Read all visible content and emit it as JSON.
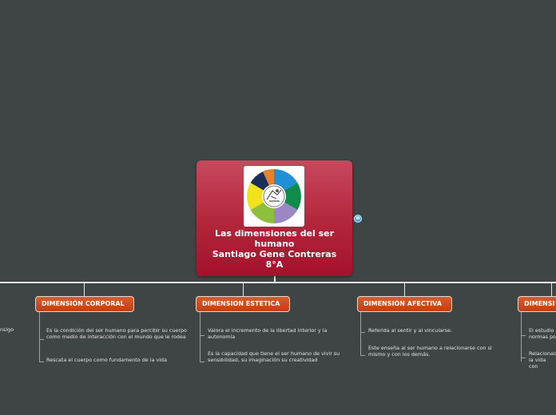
{
  "central": {
    "title_line1": "Las dimensiones del ser",
    "title_line2": "humano",
    "title_line3": "Santiago Gene Contreras",
    "title_line4": "8°A",
    "image_icon": "dimensions-wheel-image"
  },
  "colors": {
    "background": "#3f4444",
    "central": "#b2253a",
    "branch": "#cc4a1d",
    "connector": "#e8e8e8"
  },
  "branches": [
    {
      "label": "DIMENSIÓN CORPORAL",
      "items": [
        "Es la condición del ser humano para percibir su cuerpo como medio de interacción con el mundo que le rodea",
        "Rescata el cuerpo como fundamento de la vida"
      ]
    },
    {
      "label": "DIMENSION ESTETICA",
      "items": [
        "Valora el incremento de la libertad interior y la autonomía",
        "Es la capacidad que tiene el ser humano de vivir su sensibilidad, su imaginación su creatividad"
      ]
    },
    {
      "label": "DIMENSIÓN AFECTIVA",
      "items": [
        "Referida al sentir y al vincularse.",
        "Este enseña al ser humano a relacionarse con si mismo y con los demás."
      ]
    },
    {
      "label": "DIMENSI",
      "items": [
        "El estudio normas po",
        "Relacionad la vida con"
      ]
    }
  ],
  "left_fragment": "nsigo"
}
